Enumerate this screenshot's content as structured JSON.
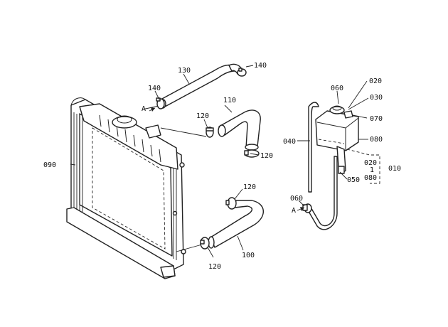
{
  "parts": [
    {
      "id": "p010",
      "number": "010"
    },
    {
      "id": "p020",
      "number": "020"
    },
    {
      "id": "p030",
      "number": "030"
    },
    {
      "id": "p040",
      "number": "040"
    },
    {
      "id": "p050",
      "number": "050"
    },
    {
      "id": "p060a",
      "number": "060"
    },
    {
      "id": "p060b",
      "number": "060"
    },
    {
      "id": "p070",
      "number": "070"
    },
    {
      "id": "p080",
      "number": "080"
    },
    {
      "id": "p090",
      "number": "090"
    },
    {
      "id": "p100",
      "number": "100"
    },
    {
      "id": "p110",
      "number": "110"
    },
    {
      "id": "p120a",
      "number": "120"
    },
    {
      "id": "p120b",
      "number": "120"
    },
    {
      "id": "p120c",
      "number": "120"
    },
    {
      "id": "p120d",
      "number": "120"
    },
    {
      "id": "p130",
      "number": "130"
    },
    {
      "id": "p140a",
      "number": "140"
    },
    {
      "id": "p140b",
      "number": "140"
    }
  ],
  "group_010": {
    "top": "020",
    "mid": "1",
    "bottom": "080"
  },
  "markers": {
    "a_top": "A",
    "a_bottom": "A"
  }
}
